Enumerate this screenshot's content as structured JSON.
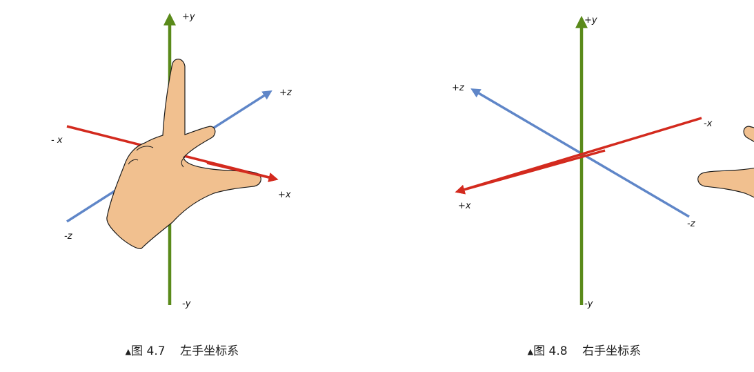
{
  "figures": [
    {
      "caption": {
        "marker": "▲",
        "number": "图 4.7",
        "title": "左手坐标系"
      },
      "labels": {
        "plus_y": "+y",
        "minus_y": "-y",
        "plus_x": "+x",
        "minus_x": "- x",
        "plus_z": "+z",
        "minus_z": "-z"
      }
    },
    {
      "caption": {
        "marker": "▲",
        "number": "图 4.8",
        "title": "右手坐标系"
      },
      "labels": {
        "plus_y": "+y",
        "minus_y": "-y",
        "plus_x": "+x",
        "minus_x": "-x",
        "plus_z": "+z",
        "minus_z": "-z"
      }
    }
  ],
  "colors": {
    "y_axis": "#5a8a1a",
    "x_axis": "#d32a1e",
    "z_axis": "#5f86c8",
    "hand_fill": "#f1c08f",
    "hand_stroke": "#1a1a1a"
  }
}
